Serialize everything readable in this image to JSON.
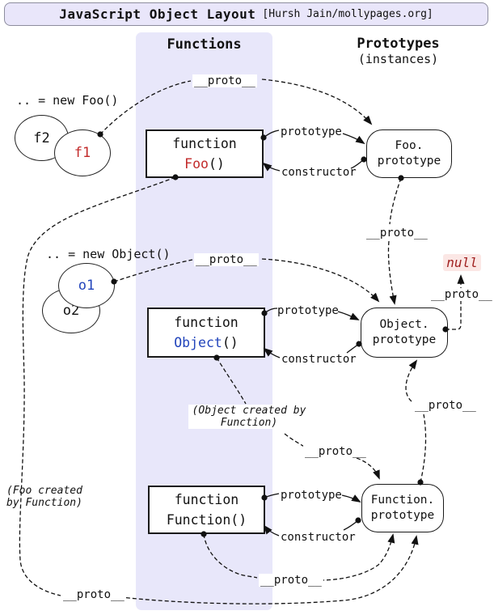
{
  "title": {
    "main": "JavaScript Object Layout",
    "attribution": "[Hursh Jain/mollypages.org]"
  },
  "columns": {
    "functions": "Functions",
    "prototypes": "Prototypes",
    "prototypes_sub": "(instances)"
  },
  "labels": {
    "proto": "__proto__",
    "prototype": "prototype",
    "constructor": "constructor",
    "null": "null"
  },
  "instances": {
    "foo": {
      "caption": ".. = new Foo()",
      "back": "f2",
      "front": "f1"
    },
    "object": {
      "caption": ".. = new Object()",
      "back": "o2",
      "front": "o1"
    }
  },
  "function_boxes": {
    "foo": {
      "keyword": "function",
      "name": "Foo",
      "suffix": "()"
    },
    "object": {
      "keyword": "function",
      "name": "Object",
      "suffix": "()"
    },
    "function": {
      "keyword": "function",
      "name": "Function",
      "suffix": "()"
    }
  },
  "prototype_boxes": {
    "foo": {
      "line1": "Foo.",
      "line2": "prototype"
    },
    "object": {
      "line1": "Object.",
      "line2": "prototype"
    },
    "function": {
      "line1": "Function.",
      "line2": "prototype"
    }
  },
  "notes": {
    "object_created": {
      "line1": "(Object created by",
      "line2": "Function)"
    },
    "foo_created": {
      "line1": "(Foo created",
      "line2": "by Function)"
    }
  },
  "colors": {
    "band": "#e8e7fa",
    "title_bg": "#e9e6fa",
    "accent_red": "#c22a2a",
    "accent_blue": "#2244bb",
    "null_bg": "#fbe7e5",
    "null_text": "#a02020"
  }
}
